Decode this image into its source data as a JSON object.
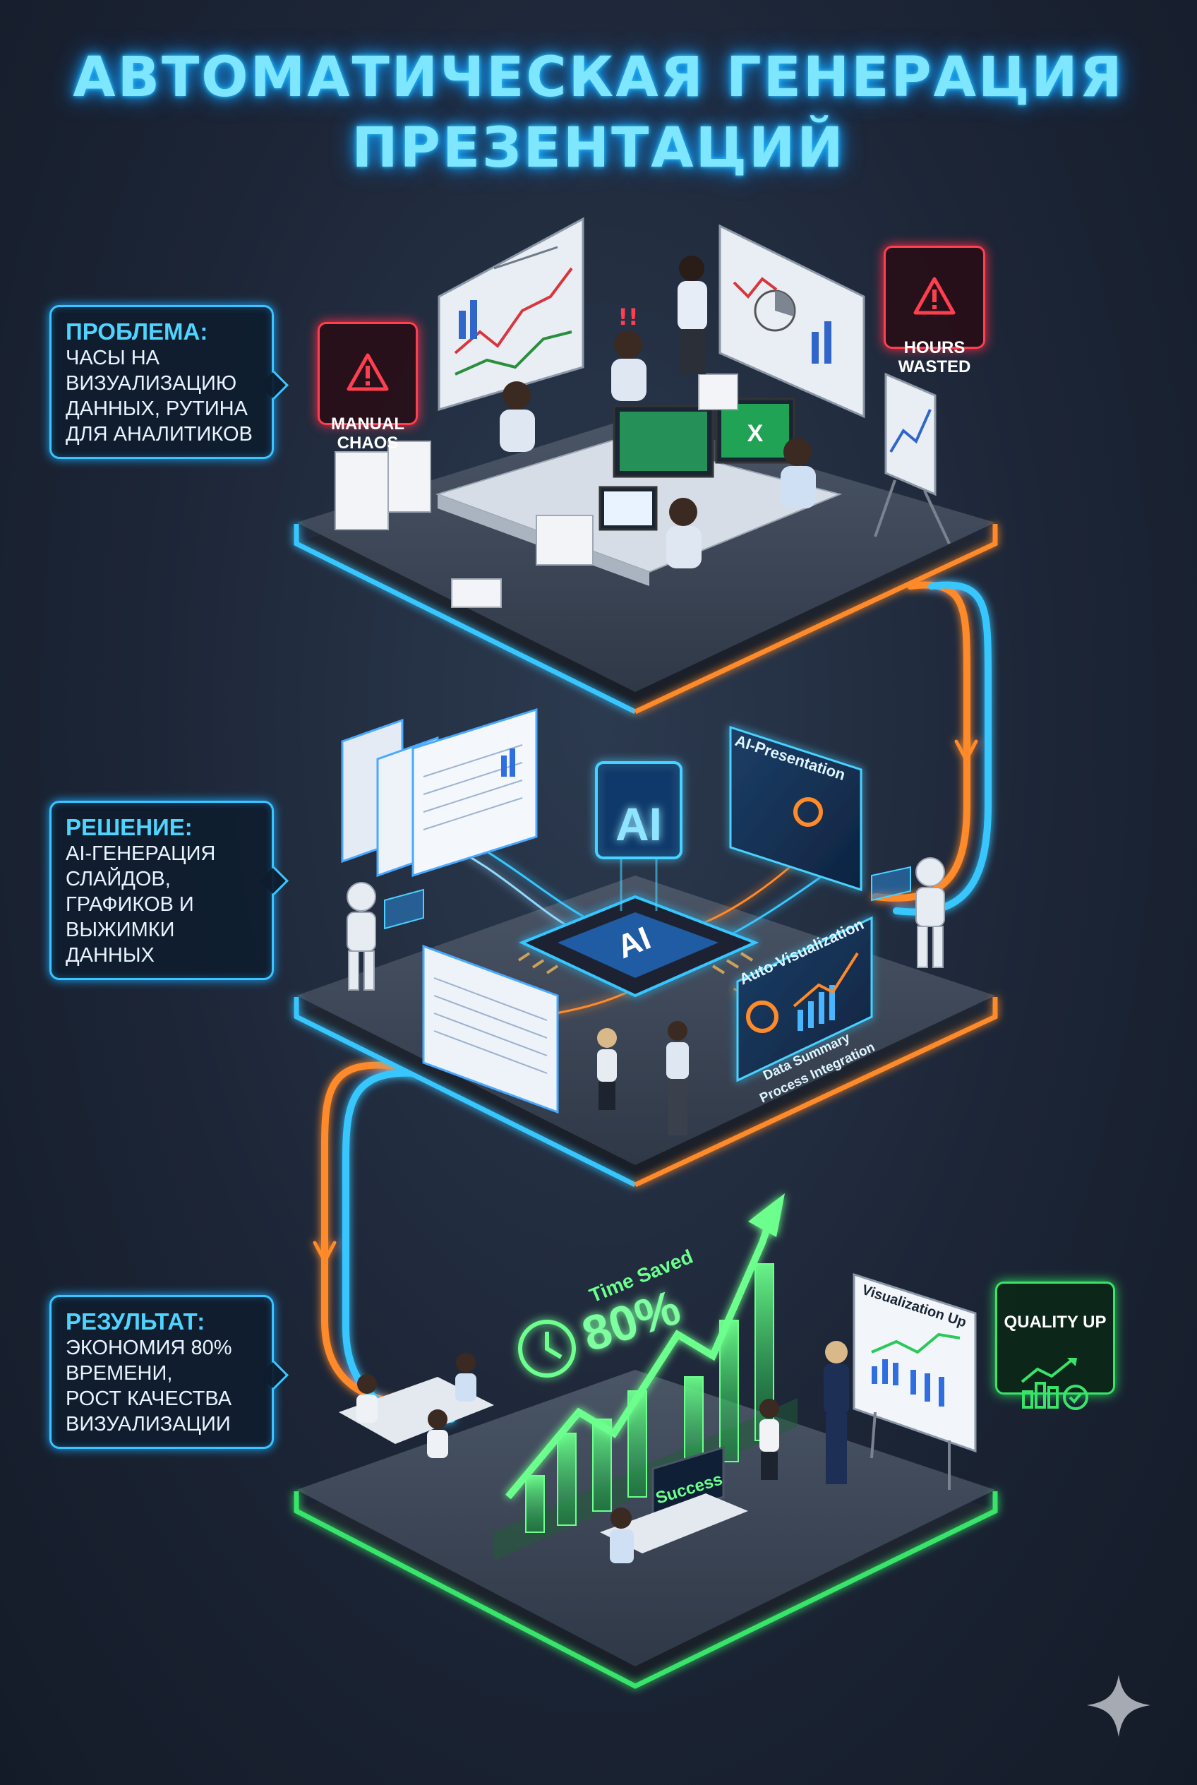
{
  "title": "Автоматическая генерация презентаций",
  "callouts": {
    "problem": {
      "head": "Проблема:",
      "body": "Часы на\nвизуализацию\nданных, рутина\nдля аналитиков"
    },
    "solution": {
      "head": "Решение:",
      "body": "AI-генерация\nслайдов,\nграфиков и\nвыжимки данных"
    },
    "result": {
      "head": "Результат:",
      "body": "Экономия 80%\nвремени,\nрост качества\nвизуализации"
    }
  },
  "badges": {
    "manual_chaos": "Manual\nChaos",
    "hours_wasted": "Hours\nWasted",
    "quality_up": "Quality Up"
  },
  "screens": {
    "ai_chip": "AI",
    "ai_cube": "AI",
    "ai_presentation": "AI-Presentation",
    "auto_visualization": "Auto-Visualization",
    "data_summary": "Data Summary",
    "process_integration": "Process Integration",
    "time_saved": "Time Saved",
    "time_saved_value": "80%",
    "success": "Success",
    "visualization_up": "Visualization Up"
  },
  "colors": {
    "accent_blue": "#39c6ff",
    "accent_orange": "#ff8a2a",
    "alert_red": "#ff3f4f",
    "success_green": "#39e46a"
  }
}
